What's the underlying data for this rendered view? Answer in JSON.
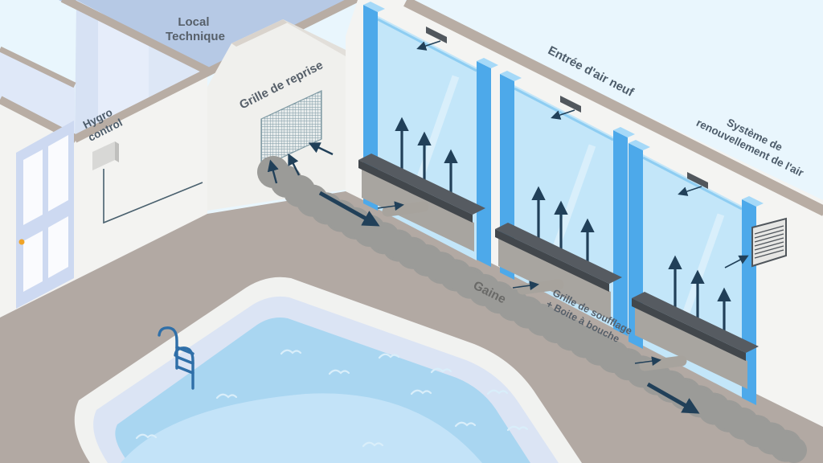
{
  "labels": {
    "local_technique": [
      "Local",
      "Technique"
    ],
    "grille_de_reprise": "Grille de reprise",
    "hygro_control": [
      "Hygro",
      "control"
    ],
    "entree_air_neuf": "Entrée d'air neuf",
    "systeme_renouvellement": [
      "Système de",
      "renouvellement de l'air"
    ],
    "gaine": "Gaine",
    "grille_soufflage": [
      "Grille de soufflage",
      "+ Boite à bouche"
    ]
  },
  "colors": {
    "sky": "#e9f6fd",
    "ceiling": "#b6c9e5",
    "beam": "#b8ada4",
    "wall_white": "#f3f3f1",
    "wall_lavender": "#dfe8f8",
    "floor": "#b2a9a3",
    "duct": "#9b9b98",
    "coping": "#f1f2f0",
    "ledge": "#dbe4f4",
    "water": "#a9d6f1",
    "water_light": "#c3e3f8",
    "glass": "#c3e6f9",
    "frame_blue": "#4da9ea",
    "frame_blue_light": "#a6d9f8",
    "arrow_navy": "#214059",
    "box_dark": "#565b61",
    "box_gray": "#a8a5a0",
    "knob_orange": "#f0a428"
  }
}
